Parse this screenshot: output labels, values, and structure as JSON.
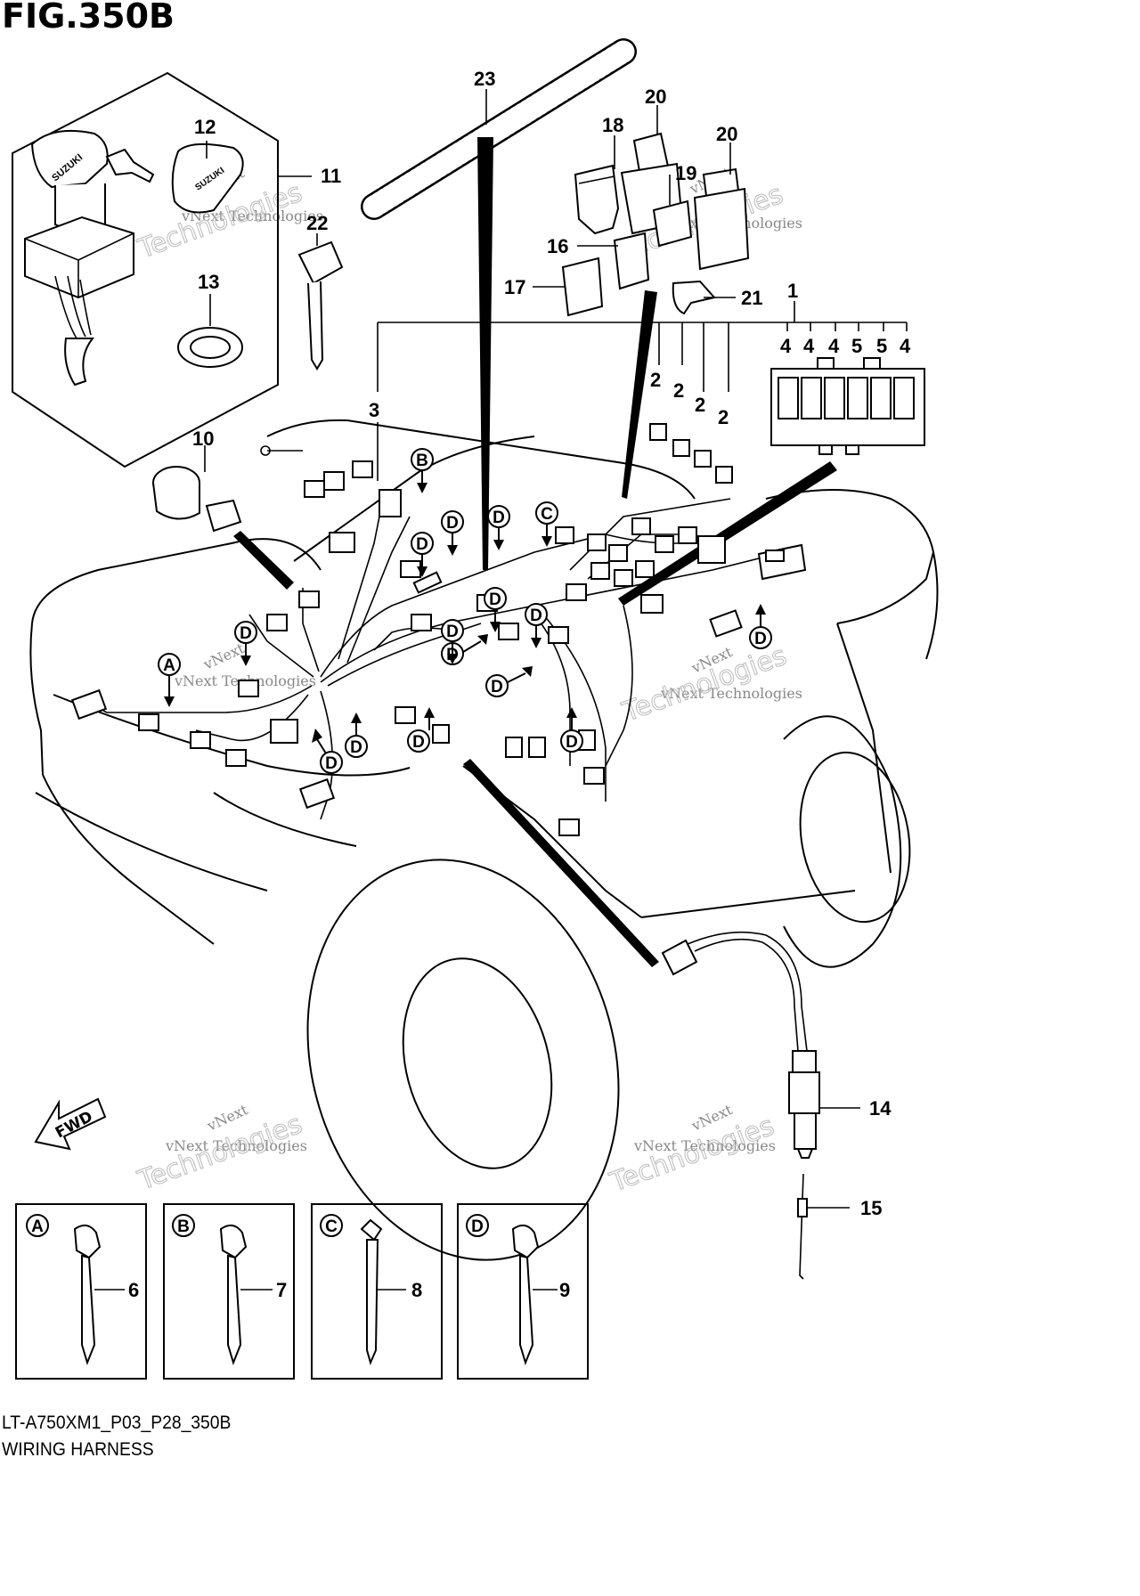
{
  "figure": {
    "title": "FIG.350B",
    "code": "LT-A750XM1_P03_P28_350B",
    "caption": "WIRING HARNESS"
  },
  "direction_badge": "FWD",
  "watermark": {
    "line1": "vNext",
    "line2": "vNext Technologies",
    "line3": "Technologies"
  },
  "callouts": {
    "p1": "1",
    "p2a": "2",
    "p2b": "2",
    "p2c": "2",
    "p2d": "2",
    "p3": "3",
    "p4a": "4",
    "p4b": "4",
    "p4c": "4",
    "p5a": "5",
    "p5b": "5",
    "p4d": "4",
    "p10": "10",
    "p11": "11",
    "p12": "12",
    "p13": "13",
    "p14": "14",
    "p15": "15",
    "p16": "16",
    "p17": "17",
    "p18": "18",
    "p19": "19",
    "p20a": "20",
    "p20b": "20",
    "p21": "21",
    "p22": "22",
    "p23": "23"
  },
  "clip_markers": {
    "a": "A",
    "b": "B",
    "c": "C",
    "d": "D"
  },
  "detail_boxes": [
    {
      "letter": "A",
      "part": "6"
    },
    {
      "letter": "B",
      "part": "7"
    },
    {
      "letter": "C",
      "part": "8"
    },
    {
      "letter": "D",
      "part": "9"
    }
  ],
  "key_brand": "SUZUKI"
}
